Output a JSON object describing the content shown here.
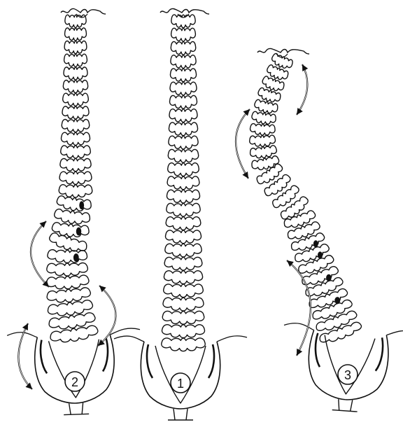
{
  "figures": [
    {
      "id": "left",
      "label": "2",
      "curve": "lumbar",
      "vertebrae": 25
    },
    {
      "id": "center",
      "label": "1",
      "curve": "straight",
      "vertebrae": 25
    },
    {
      "id": "right",
      "label": "3",
      "curve": "thoracic",
      "vertebrae": 25
    }
  ],
  "colors": {
    "ink": "#111111",
    "background": "#ffffff"
  }
}
